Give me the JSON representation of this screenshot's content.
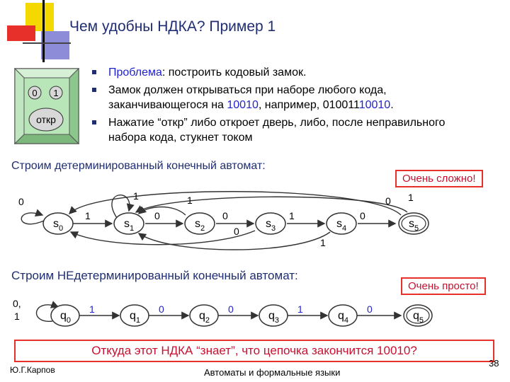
{
  "slide": {
    "title": "Чем удобны НДКА? Пример 1",
    "lock": {
      "btn0": "0",
      "btn1": "1",
      "open": "откр"
    },
    "bullets": [
      {
        "label": "Проблема",
        "rest": ": построить кодовый замок."
      },
      {
        "line1": "Замок должен открываться при наборе любого кода,",
        "pre": "заканчивающегося на ",
        "hl1": "10010",
        "mid": ", например, 010011",
        "hl2": "10010",
        "post": "."
      },
      {
        "line1": "Нажатие “откр” либо откроет дверь, либо, после неправильного",
        "line2": "набора кода, стукнет током"
      }
    ],
    "dfa_heading": "Строим детерминированный конечный автомат:",
    "dfa_note": "Очень сложно!",
    "nfa_heading": "Строим НЕдетерминированный конечный автомат:",
    "nfa_note": "Очень просто!",
    "question": "Откуда этот НДКА “знает”, что цепочка закончится 10010?",
    "author": "Ю.Г.Карпов",
    "course": "Автоматы и формальные языки",
    "page": "38"
  },
  "dfa": {
    "states": [
      {
        "base": "s",
        "sub": "0"
      },
      {
        "base": "s",
        "sub": "1"
      },
      {
        "base": "s",
        "sub": "2"
      },
      {
        "base": "s",
        "sub": "3"
      },
      {
        "base": "s",
        "sub": "4"
      },
      {
        "base": "s",
        "sub": "5"
      }
    ],
    "labels": {
      "loop0": "0",
      "loop1": "1",
      "t01": "1",
      "t12": "0",
      "t23": "0",
      "t34": "1",
      "t45": "0",
      "back21": "1",
      "back30": "0",
      "back41": "1",
      "back50": "0",
      "back51": "1"
    }
  },
  "nfa": {
    "states": [
      {
        "base": "q",
        "sub": "0"
      },
      {
        "base": "q",
        "sub": "1"
      },
      {
        "base": "q",
        "sub": "2"
      },
      {
        "base": "q",
        "sub": "3"
      },
      {
        "base": "q",
        "sub": "4"
      },
      {
        "base": "q",
        "sub": "5"
      }
    ],
    "labels": {
      "loop_a": "0,",
      "loop_b": "1",
      "t01": "1",
      "t12": "0",
      "t23": "0",
      "t34": "1",
      "t45": "0"
    }
  }
}
